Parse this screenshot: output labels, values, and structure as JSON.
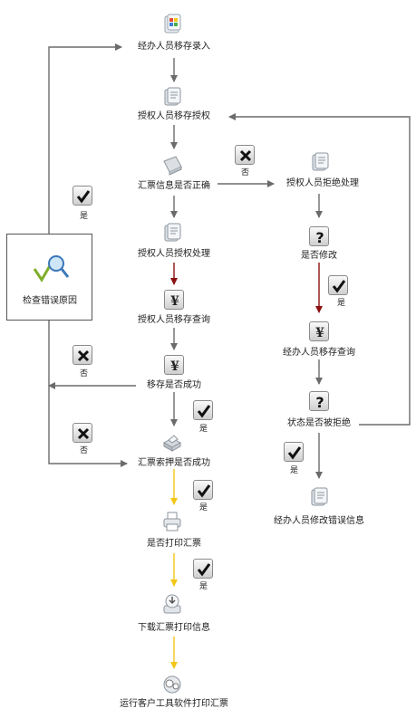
{
  "nodes": {
    "n1": "经办人员移存录入",
    "n2": "授权人员移存授权",
    "n3": "汇票信息是否正确",
    "n4": "授权人员授权处理",
    "n5": "授权人员移存查询",
    "n6": "移存是否成功",
    "n7": "汇票索押是否成功",
    "n8": "是否打印汇票",
    "n9": "下载汇票打印信息",
    "n10": "运行客户工具软件打印汇票",
    "r1": "授权人员拒绝处理",
    "r2": "是否修改",
    "r3": "经办人员移存查询",
    "r4": "状态是否被拒绝",
    "r5": "经办人员修改错误信息",
    "side": "检查错误原因"
  },
  "answers": {
    "yes": "是",
    "no": "否"
  },
  "colors": {
    "gray_arrow": "#6b6b6b",
    "red_arrow": "#8b1010",
    "yellow_arrow": "#f2c618"
  }
}
